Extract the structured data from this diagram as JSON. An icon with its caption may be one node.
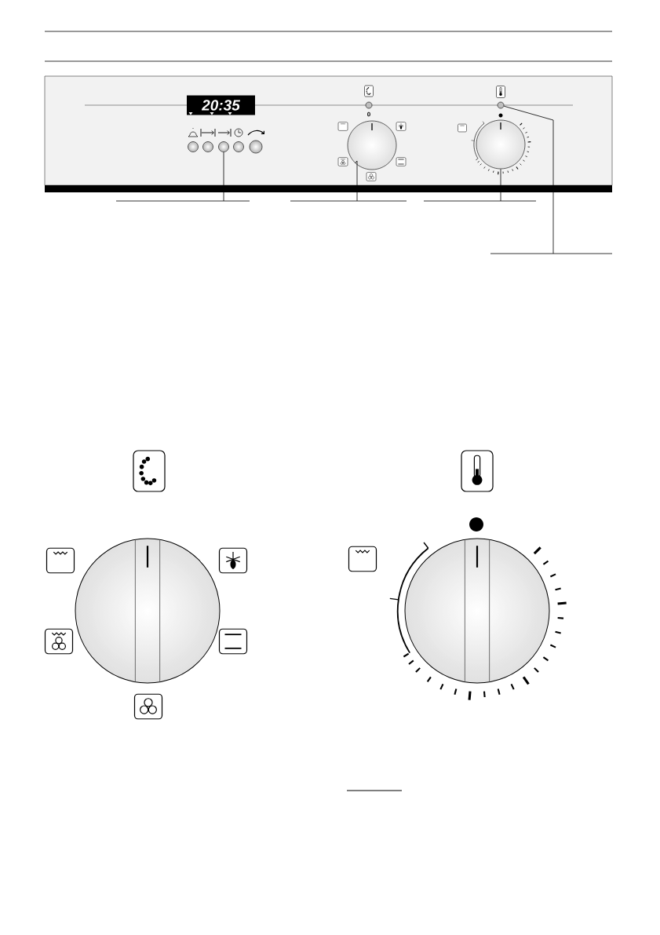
{
  "diagram": {
    "nodes": [
      {
        "text": [
          "20:35"
        ]
      },
      {
        "text": [],
        "shape": "circle"
      },
      {
        "text": [],
        "shape": "circle"
      },
      {
        "text": [],
        "shape": "circle"
      },
      {
        "text": [],
        "shape": "circle"
      },
      {
        "text": [],
        "shape": "circle"
      },
      {
        "text": [],
        "shape": "circle"
      },
      {
        "text": [],
        "shape": "circle"
      },
      {
        "text": [],
        "shape": "circle"
      }
    ],
    "edges": [
      {
        "from": 3,
        "to": null,
        "arrow": "none"
      },
      {
        "from": 6,
        "to": null,
        "arrow": "none"
      },
      {
        "from": 7,
        "to": null,
        "arrow": "none"
      },
      {
        "from": 8,
        "to": null,
        "arrow": "none"
      }
    ],
    "labels": [
      "0"
    ]
  }
}
